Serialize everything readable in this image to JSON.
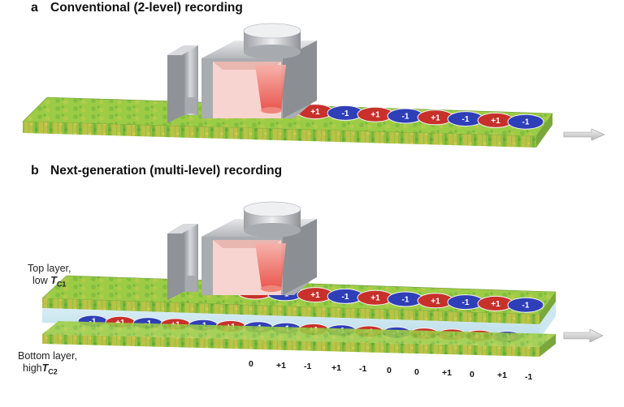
{
  "panel_a": {
    "letter": "a",
    "title": "Conventional (2-level) recording",
    "bits": [
      "+1",
      "-1",
      "+1",
      "-1",
      "+1",
      "-1",
      "+1",
      "-1",
      "+1",
      "-1"
    ]
  },
  "panel_b": {
    "letter": "b",
    "title": "Next-generation (multi-level) recording",
    "top_layer": {
      "text": "Top layer,",
      "low": "low ",
      "T": "T",
      "sub": "C1"
    },
    "bottom_layer": {
      "text": "Bottom layer,",
      "high": "high",
      "T": "T",
      "sub": "C2"
    },
    "top_bits": [
      "+1",
      "-1",
      "+1",
      "-1",
      "+1",
      "-1",
      "+1",
      "-1",
      "+1",
      "-1"
    ],
    "bottom_bits": [
      "-1",
      "+1",
      "-1",
      "+1",
      "-1",
      "+1",
      "-1",
      "-1",
      "+1",
      "-1",
      "+1",
      "-1",
      "+1",
      "+1",
      "+1",
      "-1"
    ],
    "sequence": [
      "0",
      "+1",
      "-1",
      "+1",
      "-1",
      "0",
      "0",
      "+1",
      "0",
      "+1",
      "-1"
    ]
  },
  "colors": {
    "plus": "#c8302a",
    "minus": "#2f3fb8",
    "medium_green": "#8cbf3a",
    "medium_yellow": "#d8c24a",
    "head_metal": "#b9bcc0",
    "beam": "#ee6a6a",
    "arrow": "#d0d0d0"
  }
}
